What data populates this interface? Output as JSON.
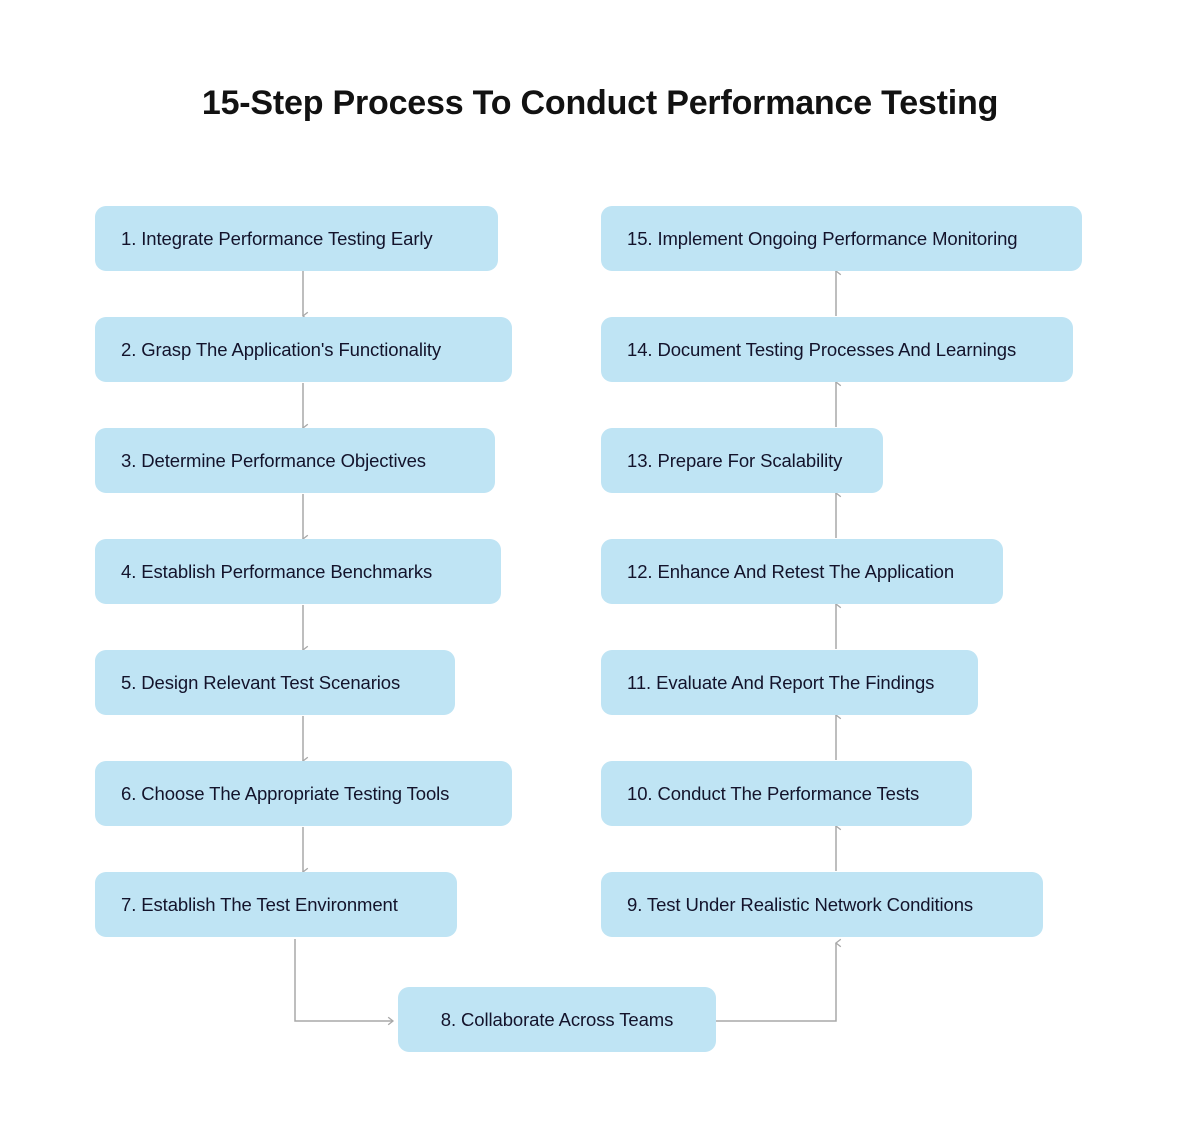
{
  "page": {
    "title": "15-Step Process To Conduct Performance Testing",
    "background_color": "#ffffff",
    "node_fill_color": "#bfe4f4",
    "node_text_color": "#13132b",
    "connector_color": "#a8a8a8"
  },
  "diagram": {
    "type": "flowchart",
    "orientation": "two-column-serpentine",
    "left_column": [
      {
        "label": "1. Integrate Performance Testing Early"
      },
      {
        "label": "2. Grasp The Application's Functionality"
      },
      {
        "label": "3.  Determine Performance Objectives"
      },
      {
        "label": "4.  Establish Performance Benchmarks"
      },
      {
        "label": "5. Design Relevant Test Scenarios"
      },
      {
        "label": "6. Choose The Appropriate Testing Tools"
      },
      {
        "label": "7. Establish The Test Environment"
      }
    ],
    "bridge": [
      {
        "label": "8. Collaborate Across Teams"
      }
    ],
    "right_column": [
      {
        "label": "15.  Implement Ongoing Performance Monitoring"
      },
      {
        "label": "14.  Document Testing Processes And Learnings"
      },
      {
        "label": "13. Prepare For Scalability"
      },
      {
        "label": "12. Enhance And Retest The Application"
      },
      {
        "label": "11. Evaluate And Report The Findings"
      },
      {
        "label": "10. Conduct The Performance Tests"
      },
      {
        "label": "9. Test Under Realistic Network Conditions"
      }
    ]
  }
}
